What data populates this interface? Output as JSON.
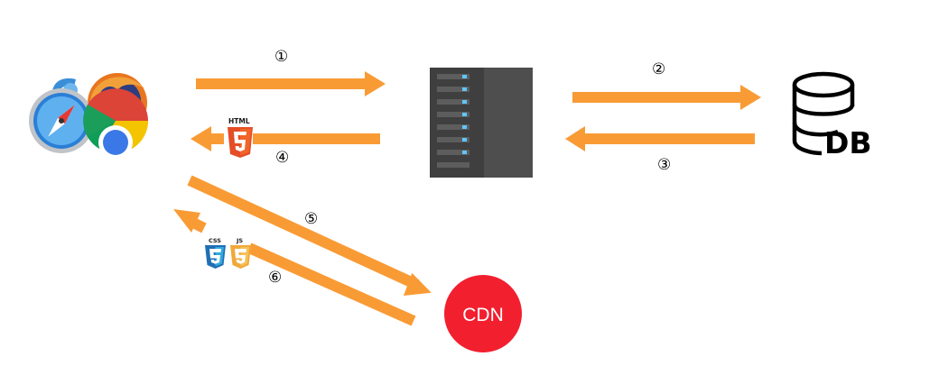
{
  "steps": {
    "s1": "①",
    "s2": "②",
    "s3": "③",
    "s4": "④",
    "s5": "⑤",
    "s6": "⑥"
  },
  "nodes": {
    "browsers": {
      "icon": "browsers-icon"
    },
    "server": {
      "icon": "server-rack-icon"
    },
    "database": {
      "icon": "database-icon",
      "label": "DB"
    },
    "cdn": {
      "label": "CDN"
    }
  },
  "badges": {
    "html": "HTML",
    "css": "CSS",
    "js": "JS"
  },
  "colors": {
    "arrow": "#f99b35",
    "cdn": "#f21f2f",
    "server": "#4a4a4a",
    "html5": "#e44d26",
    "css3": "#1f6fb5",
    "js": "#f0a93a"
  }
}
